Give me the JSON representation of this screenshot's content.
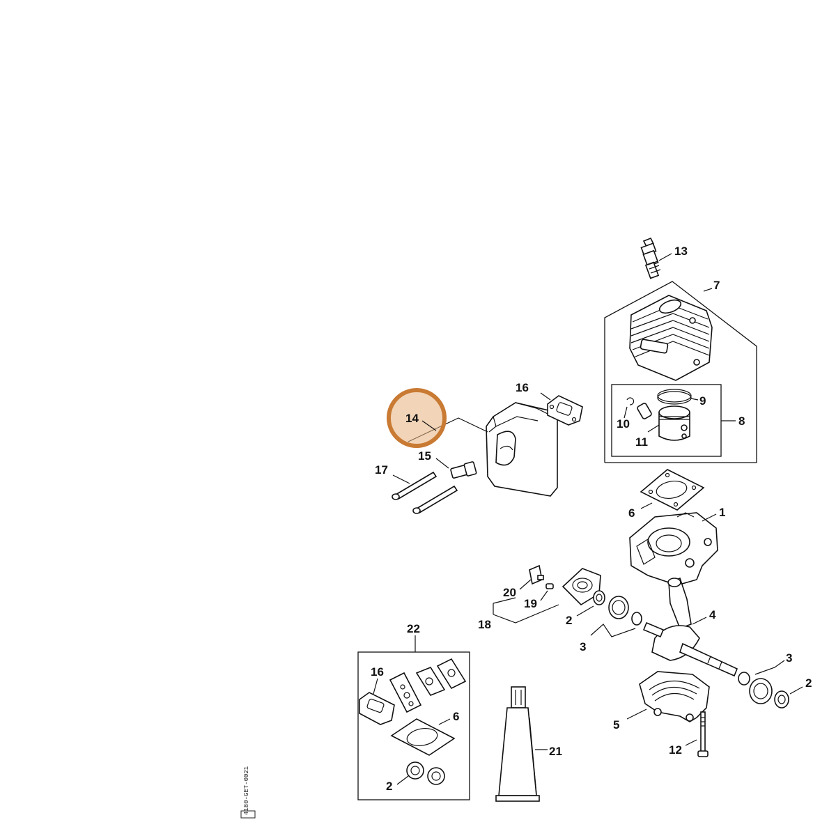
{
  "diagram": {
    "highlighted_part": "14",
    "callouts": {
      "c1": "1",
      "c2a": "2",
      "c2b": "2",
      "c2c": "2",
      "c3a": "3",
      "c3b": "3",
      "c4": "4",
      "c5": "5",
      "c6a": "6",
      "c6b": "6",
      "c7": "7",
      "c8": "8",
      "c9": "9",
      "c10": "10",
      "c11": "11",
      "c12": "12",
      "c13": "13",
      "c14": "14",
      "c15": "15",
      "c16a": "16",
      "c16b": "16",
      "c17": "17",
      "c18": "18",
      "c19": "19",
      "c20": "20",
      "c21": "21",
      "c22": "22"
    },
    "doc_id": "4180-GET-0021"
  },
  "colors": {
    "highlight_fill": "#e8b27e",
    "highlight_ring": "#c97a33",
    "line": "#111111",
    "background": "#ffffff"
  }
}
